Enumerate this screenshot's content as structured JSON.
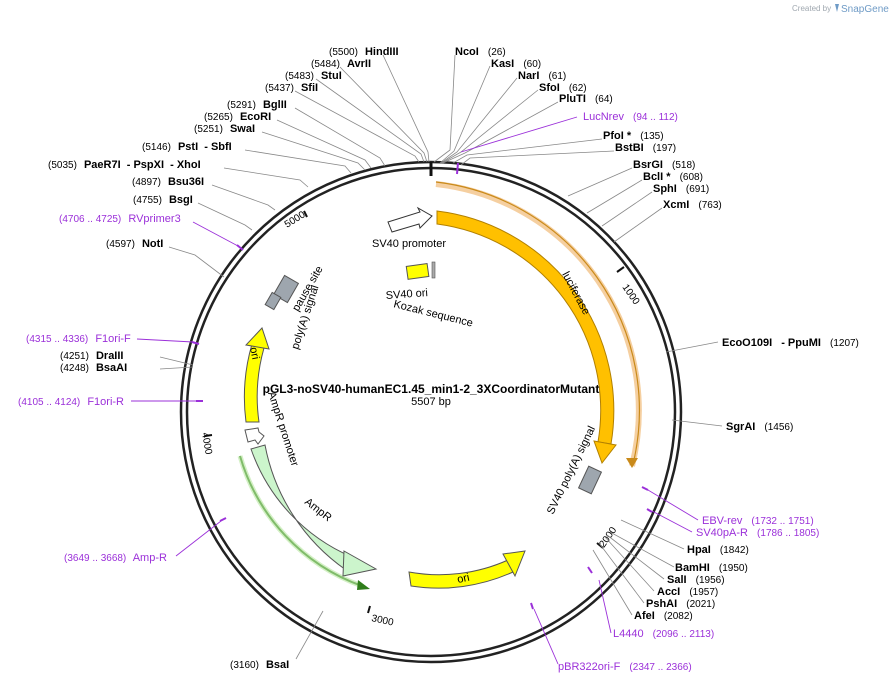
{
  "branding": {
    "created_by": "Created by",
    "product": "SnapGene"
  },
  "plasmid": {
    "name": "pGL3-noSV40-humanEC1.45_min1-2_3XCoordinatorMutant",
    "length_label": "5507 bp"
  },
  "scale_ticks": [
    "1000",
    "2000",
    "3000",
    "4000",
    "5000"
  ],
  "features": {
    "sv40_promoter": "SV40 promoter",
    "luciferase": "luciferase",
    "sv40_ori": "SV40 ori",
    "kozak": "Kozak sequence",
    "sv40_polya": "SV40 poly(A) signal",
    "pause_site": "pause site",
    "polya_signal": "poly(A) signal",
    "ori_left": "ori",
    "ampr_promoter": "AmpR promoter",
    "ampr": "AmpR",
    "ori_bottom": "ori"
  },
  "enzymes": [
    {
      "pos": "(5500)",
      "name": "HindIII"
    },
    {
      "pos": "(5484)",
      "name": "AvrII"
    },
    {
      "pos": "(5483)",
      "name": "StuI"
    },
    {
      "pos": "(5437)",
      "name": "SfiI"
    },
    {
      "pos": "(5291)",
      "name": "BglII"
    },
    {
      "pos": "(5265)",
      "name": "EcoRI"
    },
    {
      "pos": "(5251)",
      "name": "SwaI"
    },
    {
      "pos": "(5146)",
      "name": "PstI",
      "name2": "- SbfI"
    },
    {
      "pos": "(5035)",
      "name": "PaeR7I",
      "name2": "- PspXI",
      "name3": "- XhoI"
    },
    {
      "pos": "(4897)",
      "name": "Bsu36I"
    },
    {
      "pos": "(4755)",
      "name": "BsgI"
    },
    {
      "pos": "(4597)",
      "name": "NotI"
    },
    {
      "pos": "(4251)",
      "name": "DraIII"
    },
    {
      "pos": "(4248)",
      "name": "BsaAI"
    },
    {
      "pos": "(3160)",
      "name": "BsaI"
    },
    {
      "pos": "(26)",
      "name": "NcoI"
    },
    {
      "pos": "(60)",
      "name": "KasI"
    },
    {
      "pos": "(61)",
      "name": "NarI"
    },
    {
      "pos": "(62)",
      "name": "SfoI"
    },
    {
      "pos": "(64)",
      "name": "PluTI"
    },
    {
      "pos": "(135)",
      "name": "PfoI *"
    },
    {
      "pos": "(197)",
      "name": "BstBI"
    },
    {
      "pos": "(518)",
      "name": "BsrGI"
    },
    {
      "pos": "(608)",
      "name": "BclI *"
    },
    {
      "pos": "(691)",
      "name": "SphI"
    },
    {
      "pos": "(763)",
      "name": "XcmI"
    },
    {
      "pos": "(1207)",
      "name": "EcoO109I",
      "name2": "- PpuMI"
    },
    {
      "pos": "(1456)",
      "name": "SgrAI"
    },
    {
      "pos": "(1842)",
      "name": "HpaI"
    },
    {
      "pos": "(1950)",
      "name": "BamHI"
    },
    {
      "pos": "(1956)",
      "name": "SalI"
    },
    {
      "pos": "(1957)",
      "name": "AccI"
    },
    {
      "pos": "(2021)",
      "name": "PshAI"
    },
    {
      "pos": "(2082)",
      "name": "AfeI"
    }
  ],
  "primers": [
    {
      "name": "LucNrev",
      "range": "(94 .. 112)"
    },
    {
      "name": "RVprimer3",
      "range": "(4706 .. 4725)"
    },
    {
      "name": "F1ori-F",
      "range": "(4315 .. 4336)"
    },
    {
      "name": "F1ori-R",
      "range": "(4105 .. 4124)"
    },
    {
      "name": "Amp-R",
      "range": "(3649 .. 3668)"
    },
    {
      "name": "EBV-rev",
      "range": "(1732 .. 1751)"
    },
    {
      "name": "SV40pA-R",
      "range": "(1786 .. 1805)"
    },
    {
      "name": "L4440",
      "range": "(2096 .. 2113)"
    },
    {
      "name": "pBR322ori-F",
      "range": "(2347 .. 2366)"
    }
  ]
}
